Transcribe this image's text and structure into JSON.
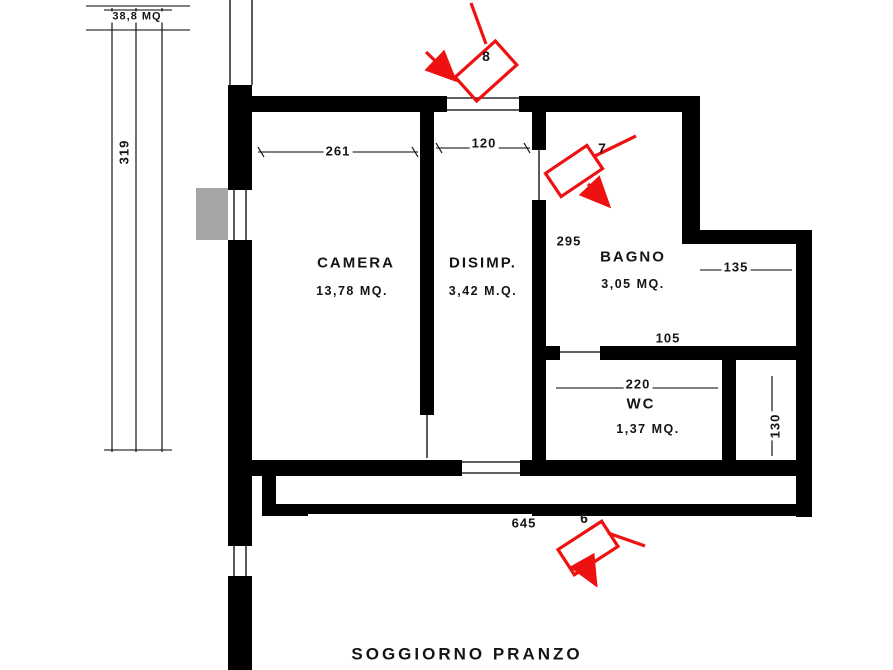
{
  "colors": {
    "wall": "#000000",
    "annotation": "#ee1111",
    "text": "#151515"
  },
  "rooms": {
    "camera": {
      "name": "CAMERA",
      "area": "13,78 MQ."
    },
    "disimp": {
      "name": "DISIMP.",
      "area": "3,42 M.Q."
    },
    "bagno": {
      "name": "BAGNO",
      "area": "3,05 MQ."
    },
    "wc": {
      "name": "WC",
      "area": "1,37 MQ."
    },
    "soggiorno": {
      "name": "SOGGIORNO PRANZO"
    }
  },
  "dimensions": {
    "total_area": "38,8 MQ",
    "left_height": "319",
    "camera_width": "261",
    "door_top_width": "120",
    "bagno_depth": "295",
    "bagno_right": "135",
    "mid_width": "105",
    "wc_width": "220",
    "corridor_height": "130",
    "opening_width": "645"
  },
  "markers": {
    "m8": "8",
    "m7": "7",
    "m6": "6"
  }
}
